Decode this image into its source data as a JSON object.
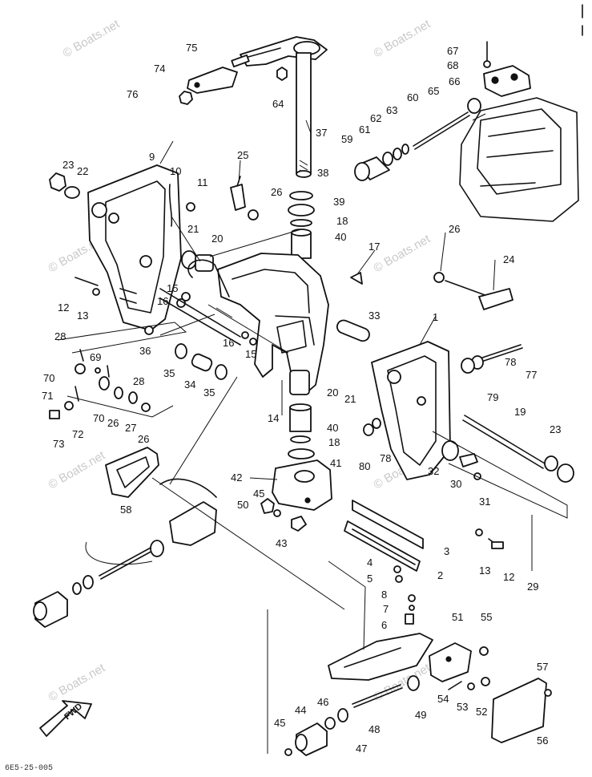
{
  "watermark": "© Boats.net",
  "direction_label": "FWD",
  "footer_code": "6E5-25-005",
  "part_labels": [
    "1",
    "2",
    "3",
    "4",
    "5",
    "6",
    "7",
    "8",
    "9",
    "10",
    "11",
    "12",
    "12",
    "13",
    "13",
    "14",
    "15",
    "15",
    "16",
    "16",
    "17",
    "18",
    "18",
    "19",
    "20",
    "20",
    "21",
    "21",
    "22",
    "23",
    "23",
    "24",
    "25",
    "26",
    "26",
    "26",
    "26",
    "27",
    "28",
    "28",
    "29",
    "30",
    "31",
    "32",
    "33",
    "34",
    "35",
    "35",
    "36",
    "37",
    "38",
    "39",
    "40",
    "40",
    "41",
    "42",
    "43",
    "44",
    "45",
    "45",
    "46",
    "47",
    "48",
    "49",
    "50",
    "51",
    "52",
    "53",
    "54",
    "55",
    "56",
    "57",
    "58",
    "59",
    "60",
    "61",
    "62",
    "63",
    "64",
    "65",
    "66",
    "67",
    "68",
    "69",
    "70",
    "70",
    "71",
    "72",
    "73",
    "74",
    "75",
    "76",
    "77",
    "78",
    "78",
    "79",
    "80"
  ]
}
